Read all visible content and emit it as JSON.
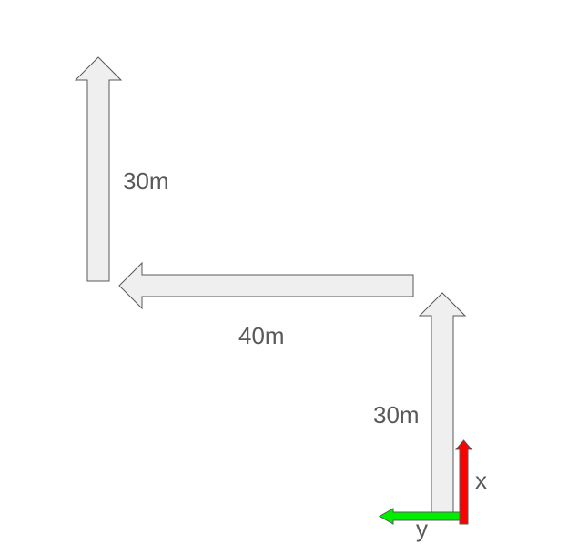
{
  "segments": [
    {
      "direction": "x",
      "length_label": "30m"
    },
    {
      "direction": "y",
      "length_label": "40m"
    },
    {
      "direction": "x",
      "length_label": "30m"
    }
  ],
  "axes": {
    "x_label": "x",
    "y_label": "y",
    "x_color": "#ff0000",
    "y_color": "#00ee00"
  },
  "arrow_fill": "#efefef",
  "arrow_stroke": "#595959",
  "label_color": "#595959"
}
